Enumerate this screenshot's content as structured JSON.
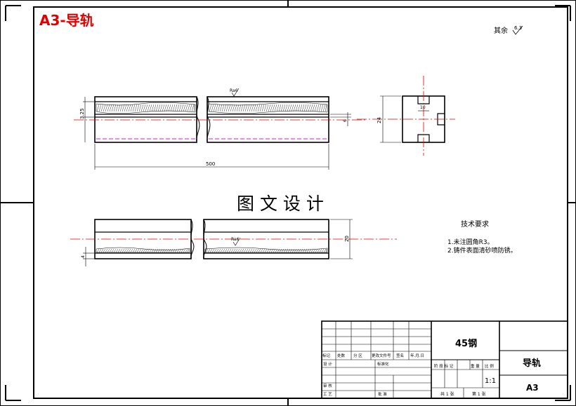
{
  "sheet": {
    "label": "A3-导轨",
    "label_color": "#e00000"
  },
  "roughness_note": {
    "prefix": "其余",
    "value": "6.3"
  },
  "front_view": {
    "roughness": "Ra6",
    "dim_height": "3.25",
    "dim_length": "500",
    "dim_slot": "6"
  },
  "side_view": {
    "dim_height": "24",
    "dim_slot": "10"
  },
  "bottom_view": {
    "roughness": "Ra6",
    "dim_height": "20",
    "dim_small": "4"
  },
  "watermark": "图 文 设 计",
  "tech_requirements": {
    "heading": "技术要求",
    "items": [
      "1.未注圆角R3。",
      "2.铸件表面清砂喷防锈。"
    ]
  },
  "title_block": {
    "material": "45钢",
    "part_name": "导轨",
    "size": "A3",
    "scale": "1:1",
    "row_labels": {
      "mark": "标记",
      "count": "处数",
      "zone": "分 区",
      "change_doc": "更改文件号",
      "signature": "签名",
      "date": "年.月.日",
      "design": "设 计",
      "standardize": "标准化",
      "review": "审 核",
      "process": "工 艺",
      "approve": "批 准"
    },
    "stage_labels": [
      "阶 段 标 记",
      "重 量",
      "比 例"
    ],
    "sheets_total": "共 1 张",
    "sheet_no": "第 1 张"
  },
  "colors": {
    "line": "#000000",
    "center": "#e00000",
    "hidden": "#ff00ff"
  }
}
